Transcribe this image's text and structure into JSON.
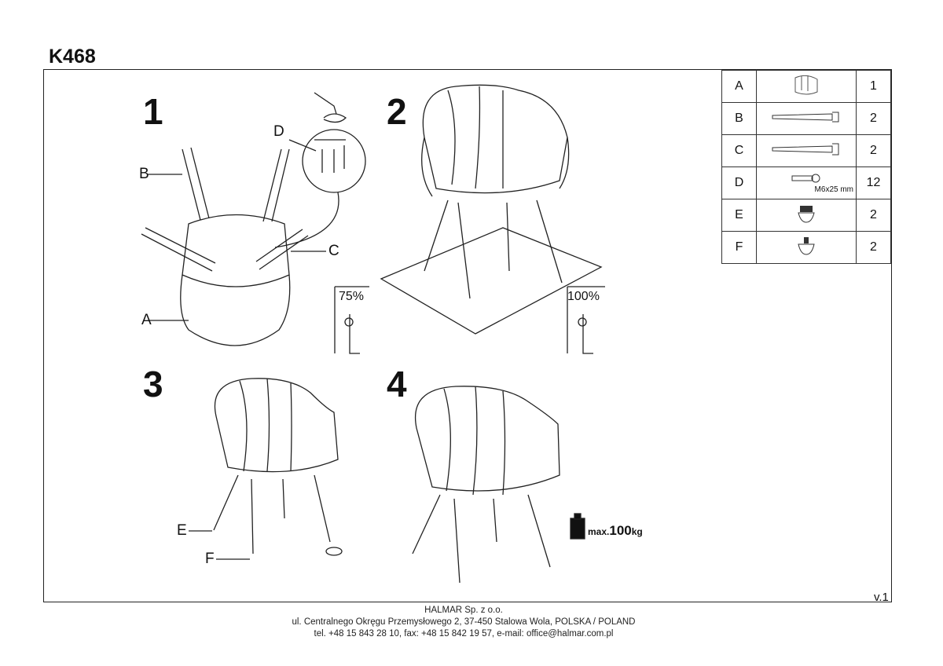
{
  "title": "K468",
  "steps": [
    "1",
    "2",
    "3",
    "4"
  ],
  "callouts": {
    "A": "A",
    "B": "B",
    "C": "C",
    "D": "D",
    "E": "E",
    "F": "F"
  },
  "tightening": {
    "first": "75%",
    "second": "100%"
  },
  "max_load": {
    "prefix": "max.",
    "value": "100",
    "unit": "kg"
  },
  "parts": [
    {
      "letter": "A",
      "icon": "chair-seat-icon",
      "qty": "1"
    },
    {
      "letter": "B",
      "icon": "leg-icon",
      "qty": "2"
    },
    {
      "letter": "C",
      "icon": "leg-icon",
      "qty": "2"
    },
    {
      "letter": "D",
      "icon": "bolt-icon",
      "spec": "M6x25 mm",
      "qty": "12"
    },
    {
      "letter": "E",
      "icon": "foot-glide-icon",
      "qty": "2"
    },
    {
      "letter": "F",
      "icon": "foot-glide-icon",
      "qty": "2"
    }
  ],
  "version": "v.1",
  "footer": {
    "company": "HALMAR Sp. z o.o.",
    "address": "ul. Centralnego Okręgu Przemysłowego 2, 37-450 Stalowa Wola, POLSKA / POLAND",
    "contact": "tel. +48 15 843 28 10, fax: +48 15 842 19 57, e-mail: office@halmar.com.pl"
  }
}
